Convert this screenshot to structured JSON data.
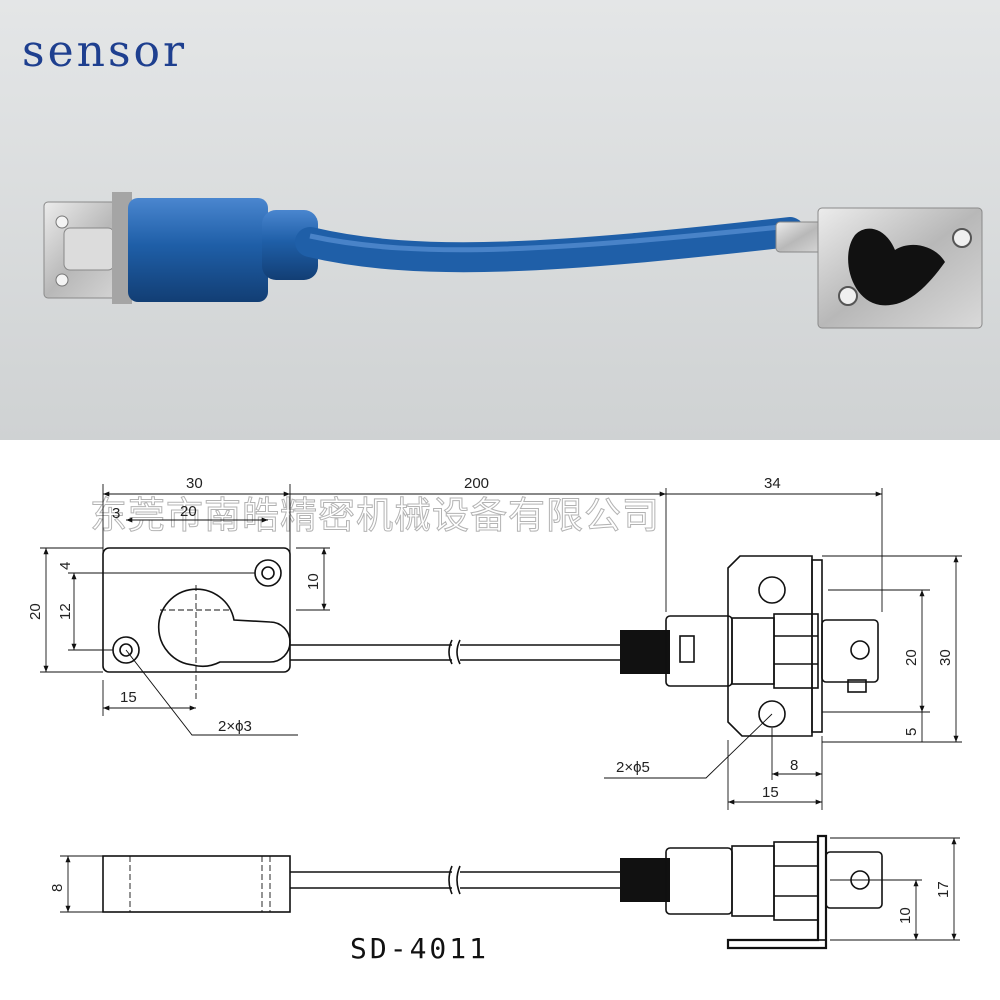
{
  "photo": {
    "brand": "sensor",
    "colors": {
      "background": "#d6d8d9",
      "cable": "#1f5fa8",
      "metal": "#c9c9c9"
    }
  },
  "watermark": "东莞市南皓精密机械设备有限公司",
  "model": "SD-4011",
  "dimensions": {
    "top_left": "30",
    "top_mid": "200",
    "top_right": "34",
    "hole_span": "20",
    "left_three": "3",
    "left_four": "4",
    "left_ten": "10",
    "left_twelve": "12",
    "left_twenty": "20",
    "left_fifteen": "15",
    "left_holes": "2×ϕ3",
    "right_twenty": "20",
    "right_thirty": "30",
    "right_five": "5",
    "right_eight": "8",
    "right_fifteen": "15",
    "right_holes": "2×ϕ5",
    "side_eight": "8",
    "side_ten": "10",
    "side_seventeen": "17"
  }
}
